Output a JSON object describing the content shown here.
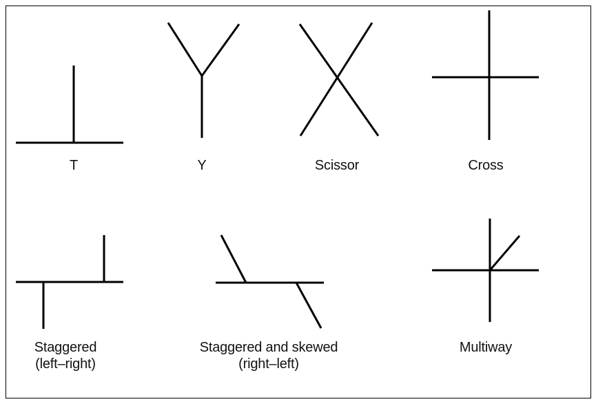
{
  "intersections": [
    {
      "id": "t",
      "label": "T"
    },
    {
      "id": "y",
      "label": "Y"
    },
    {
      "id": "scissor",
      "label": "Scissor"
    },
    {
      "id": "cross",
      "label": "Cross"
    },
    {
      "id": "staggered",
      "label_line1": "Staggered",
      "label_line2": "(left–right)"
    },
    {
      "id": "staggered-skewed",
      "label_line1": "Staggered and skewed",
      "label_line2": "(right–left)"
    },
    {
      "id": "multiway",
      "label": "Multiway"
    }
  ]
}
